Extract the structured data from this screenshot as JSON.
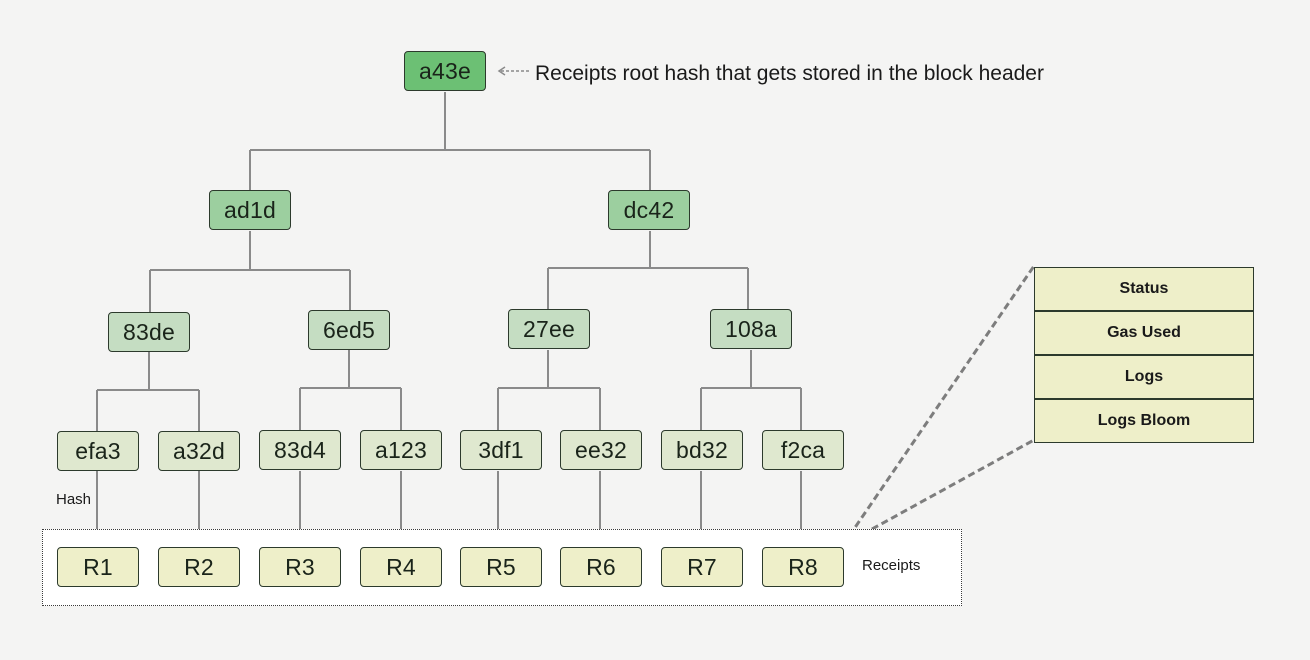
{
  "root": {
    "label": "a43e",
    "caption": "Receipts root hash that gets stored in the block header"
  },
  "level1": [
    "ad1d",
    "dc42"
  ],
  "level2": [
    "83de",
    "6ed5",
    "27ee",
    "108a"
  ],
  "level3": [
    "efa3",
    "a32d",
    "83d4",
    "a123",
    "3df1",
    "ee32",
    "bd32",
    "f2ca"
  ],
  "receipts": [
    "R1",
    "R2",
    "R3",
    "R4",
    "R5",
    "R6",
    "R7",
    "R8"
  ],
  "hash_label": "Hash",
  "receipts_label": "Receipts",
  "receipt_fields": [
    "Status",
    "Gas Used",
    "Logs",
    "Logs Bloom"
  ],
  "colors": {
    "root": "#6cc074",
    "level1": "#9ccf9f",
    "level2": "#c5ddc2",
    "level3": "#dfe8cf",
    "leaf": "#eeefc9",
    "background": "#f4f4f3"
  }
}
